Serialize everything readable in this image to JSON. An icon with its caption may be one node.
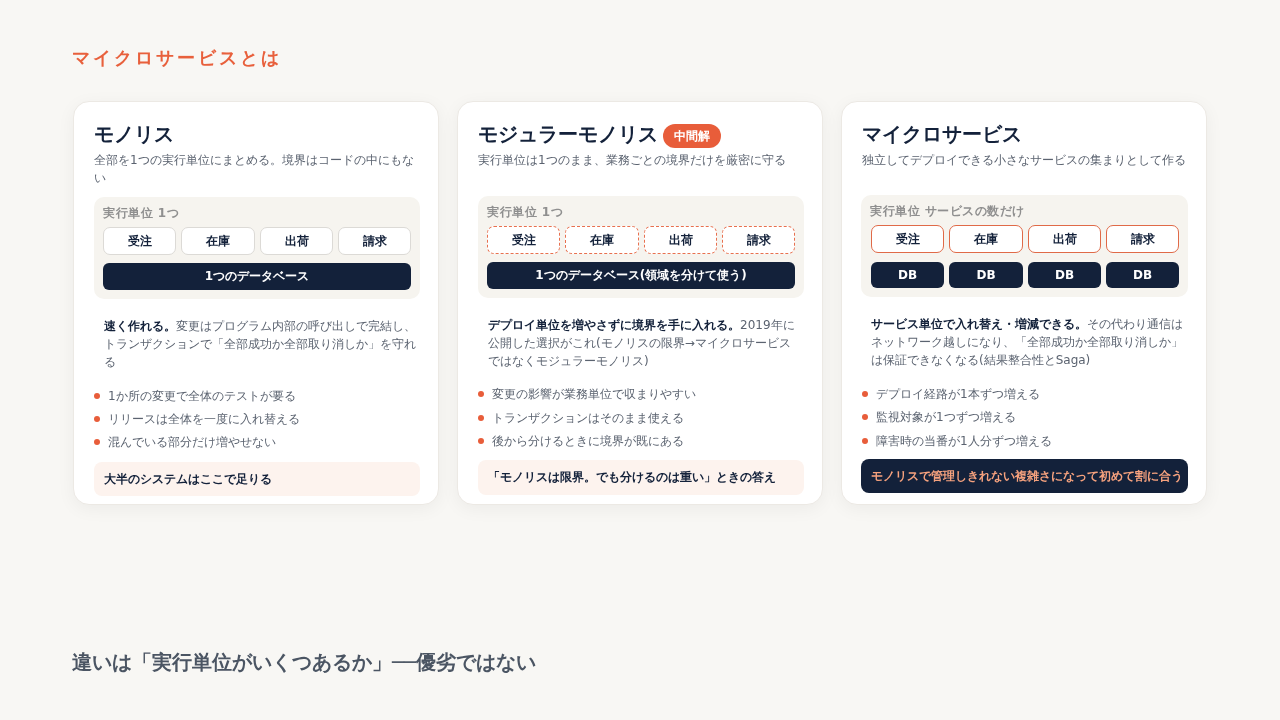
{
  "diagram": {
    "title": "マイクロサービスとは",
    "caption": "違いは「実行単位がいくつあるか」──優劣ではない",
    "nodes": [
      {
        "text": [
          "モノリス",
          "全部を1つの実行単位にまとめる。境界はコードの中にもない",
          "**速く作れる。**変更はプログラム内部の呼び出しで完結し、トランザクションで「全部成功か全部取り消しか」を守れる",
          "1か所の変更で全体のテストが要る",
          "リリースは全体を一度に入れ替える",
          "混んでいる部分だけ増やせない"
        ]
      },
      {
        "text": [
          "実行単位 1つ"
        ],
        "in": 0
      },
      {
        "text": [
          "受注"
        ],
        "in": 1
      },
      {
        "text": [
          "在庫"
        ],
        "in": 1
      },
      {
        "text": [
          "出荷"
        ],
        "in": 1
      },
      {
        "text": [
          "請求"
        ],
        "in": 1
      },
      {
        "text": [
          "1つのデータベース"
        ],
        "in": 1
      },
      {
        "text": [
          "大半のシステムはここで足りる"
        ],
        "in": 0
      },
      {
        "text": [
          "モジュラーモノリス",
          "実行単位は1つのまま、業務ごとの境界だけを厳密に守る",
          "**デプロイ単位を増やさずに境界を手に入れる。**2019年に公開した選択がこれ(モノリスの限界→マイクロサービスではなくモジュラーモノリス)",
          "変更の影響が業務単位で収まりやすい",
          "トランザクションはそのまま使える",
          "後から分けるときに境界が既にある"
        ]
      },
      {
        "text": [
          "中間解"
        ],
        "in": 8
      },
      {
        "text": [
          "実行単位 1つ"
        ],
        "in": 8
      },
      {
        "text": [
          "受注"
        ],
        "in": 10
      },
      {
        "text": [
          "在庫"
        ],
        "in": 10
      },
      {
        "text": [
          "出荷"
        ],
        "in": 10
      },
      {
        "text": [
          "請求"
        ],
        "in": 10
      },
      {
        "text": [
          "1つのデータベース(領域を分けて使う)"
        ],
        "in": 10
      },
      {
        "text": [
          "「モノリスは限界。でも分けるのは重い」ときの答え"
        ],
        "in": 8
      },
      {
        "text": [
          "マイクロサービス",
          "独立してデプロイできる小さなサービスの集まりとして作る",
          "**サービス単位で入れ替え・増減できる。**その代わり通信はネットワーク越しになり、「全部成功か全部取り消しか」は保証できなくなる(結果整合性とSaga)",
          "デプロイ経路が1本ずつ増える",
          "監視対象が1つずつ増える",
          "障害時の当番が1人分ずつ増える"
        ]
      },
      {
        "text": [
          "実行単位 サービスの数だけ"
        ],
        "in": 17
      },
      {
        "text": [
          "受注"
        ],
        "in": 18
      },
      {
        "text": [
          "在庫"
        ],
        "in": 18
      },
      {
        "text": [
          "出荷"
        ],
        "in": 18
      },
      {
        "text": [
          "請求"
        ],
        "in": 18
      },
      {
        "text": [
          "DB"
        ],
        "in": 18
      },
      {
        "text": [
          "DB"
        ],
        "in": 18
      },
      {
        "text": [
          "DB"
        ],
        "in": 18
      },
      {
        "text": [
          "DB"
        ],
        "in": 18
      },
      {
        "text": [
          "モノリスで管理しきれない複雑さになって初めて割に合う"
        ],
        "in": 17
      }
    ]
  }
}
